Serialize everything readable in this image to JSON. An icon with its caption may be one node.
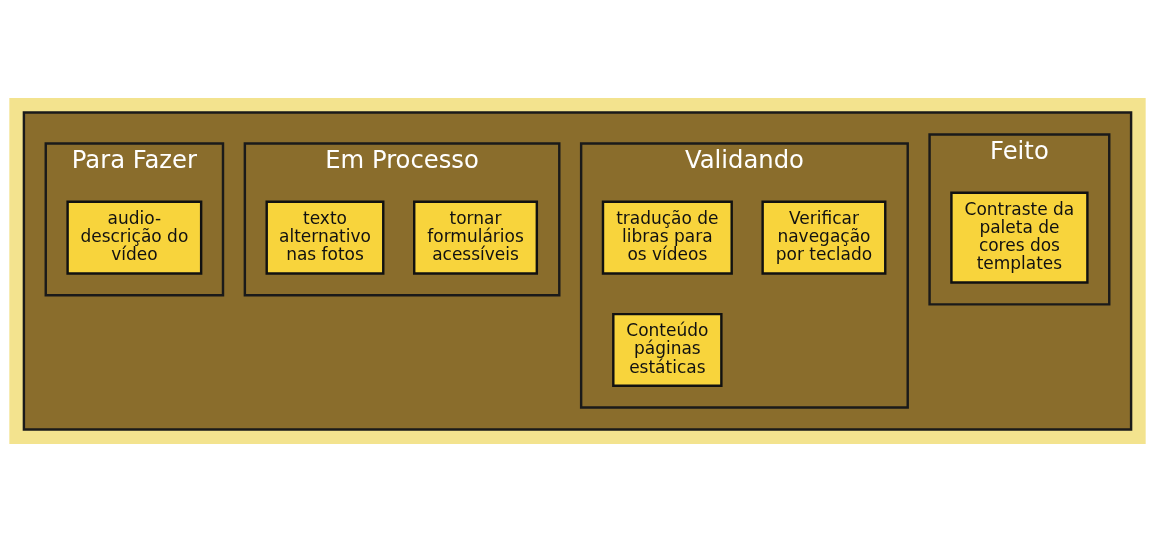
{
  "diagram": {
    "nodes": [
      {
        "text": [],
        "shape": "box"
      },
      {
        "text": [
          "Para Fazer"
        ],
        "in": 0
      },
      {
        "text": [
          "audio- descrição do vídeo"
        ],
        "in": 1
      },
      {
        "text": [
          "Em Processo"
        ],
        "in": 0
      },
      {
        "text": [
          "texto alternativo nas fotos"
        ],
        "in": 3
      },
      {
        "text": [
          "tornar formulários acessíveis"
        ],
        "in": 3
      },
      {
        "text": [
          "Validando"
        ],
        "in": 0
      },
      {
        "text": [
          "tradução de libras para os vídeos"
        ],
        "in": 6
      },
      {
        "text": [
          "Verificar navegação por teclado"
        ],
        "in": 6
      },
      {
        "text": [
          "Conteúdo páginas estáticas"
        ],
        "in": 6
      },
      {
        "text": [
          "Feito"
        ],
        "in": 0
      },
      {
        "text": [
          "Contraste da paleta de cores dos templates"
        ],
        "in": 10
      }
    ]
  }
}
